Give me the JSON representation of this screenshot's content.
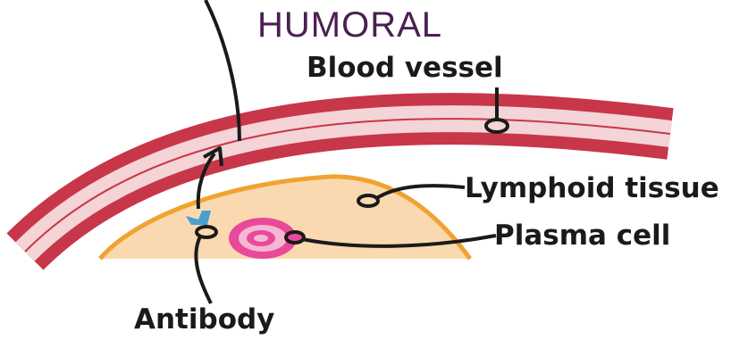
{
  "title": "HUMORAL",
  "labels": {
    "blood_vessel": "Blood vessel",
    "lymphoid_tissue": "Lymphoid tissue",
    "plasma_cell": "Plasma cell",
    "antibody": "Antibody"
  },
  "colors": {
    "title": "#4a1f52",
    "vessel_wall": "#c8364a",
    "vessel_lumen": "#f4d4d6",
    "tissue_fill": "#fbd9b0",
    "tissue_border": "#f0a330",
    "plasma_cell": "#e8499a",
    "antibody": "#4a9fcf",
    "arrow": "#1a1a1a"
  }
}
